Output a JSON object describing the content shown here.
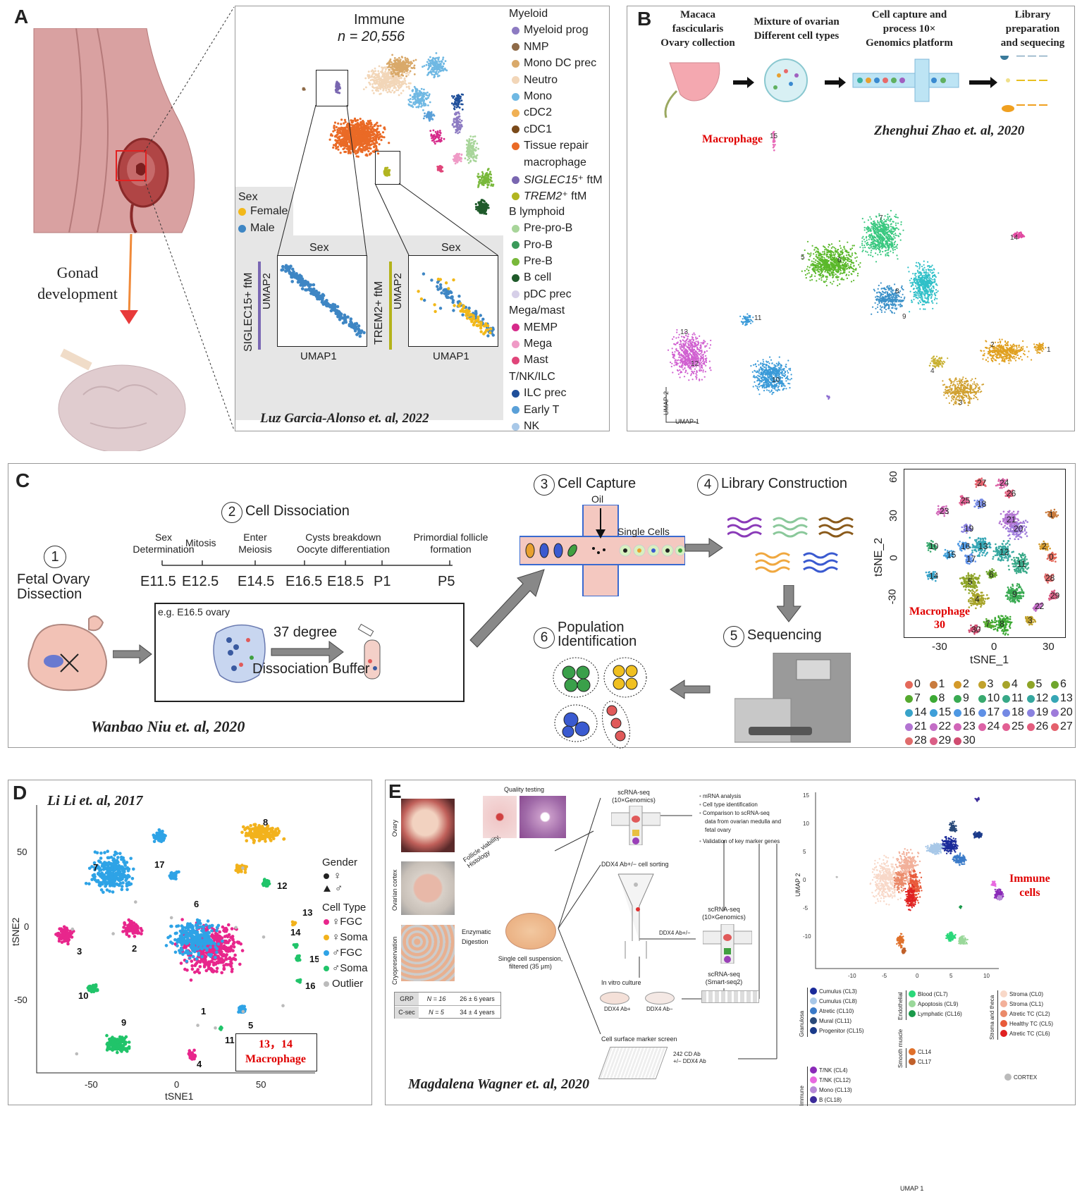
{
  "panelA": {
    "label": "A",
    "gonad_label_1": "Gonad",
    "gonad_label_2": "development",
    "umap_title": "Immune",
    "umap_n": "n = 20,556",
    "sex_title": "Sex",
    "sex_legend": [
      {
        "label": "Female",
        "color": "#f2b81a"
      },
      {
        "label": "Male",
        "color": "#3e86c4"
      }
    ],
    "sub1": {
      "title": "Sex",
      "ylabel": "UMAP2",
      "xlabel": "UMAP1",
      "side": "SIGLEC15+ ftM",
      "side_color": "#7a67b3"
    },
    "sub2": {
      "title": "Sex",
      "ylabel": "UMAP2",
      "xlabel": "UMAP1",
      "side": "TREM2+ ftM",
      "side_color": "#b4b31a"
    },
    "citation": "Luz Garcia-Alonso et. al, 2022",
    "legend": [
      {
        "header": "Myeloid"
      },
      {
        "label": "Myeloid prog",
        "color": "#8d7bc2"
      },
      {
        "label": "NMP",
        "color": "#8e6a48"
      },
      {
        "label": "Mono DC prec",
        "color": "#d9a96a"
      },
      {
        "label": "Neutro",
        "color": "#f2d6b8"
      },
      {
        "label": "Mono",
        "color": "#6fb8e3"
      },
      {
        "label": "cDC2",
        "color": "#f0b054"
      },
      {
        "label": "cDC1",
        "color": "#7a4a1a"
      },
      {
        "label": "Tissue repair",
        "color": "#ea6a26"
      },
      {
        "label": "macrophage",
        "color": null
      },
      {
        "label": "SIGLEC15⁺ ftM",
        "color": "#7966b0",
        "italic_prefix": "SIGLEC15"
      },
      {
        "label": "TREM2⁺ ftM",
        "color": "#b2b520",
        "italic_prefix": "TREM2"
      },
      {
        "header": "B lymphoid"
      },
      {
        "label": "Pre-pro-B",
        "color": "#a8d59a"
      },
      {
        "label": "Pro-B",
        "color": "#3a9a5a"
      },
      {
        "label": "Pre-B",
        "color": "#78b83a"
      },
      {
        "label": "B cell",
        "color": "#1f5a2a"
      },
      {
        "label": "pDC prec",
        "color": "#d6cfe8"
      },
      {
        "header": "Mega/mast"
      },
      {
        "label": "MEMP",
        "color": "#d62a8a"
      },
      {
        "label": "Mega",
        "color": "#ef9ac6"
      },
      {
        "label": "Mast",
        "color": "#e0457a"
      },
      {
        "header": "T/NK/ILC"
      },
      {
        "label": "ILC prec",
        "color": "#1f4f9a"
      },
      {
        "label": "Early T",
        "color": "#5aa0d8"
      },
      {
        "label": "NK",
        "color": "#a8c8e8"
      }
    ]
  },
  "panelB": {
    "label": "B",
    "steps": [
      [
        "Macaca",
        "fascicularis",
        "Ovary collection"
      ],
      [
        "Mixture of ovarian",
        "Different cell types"
      ],
      [
        "Cell capture and",
        "process 10×",
        "Genomics platform"
      ],
      [
        "Library",
        "preparation",
        "and sequecing"
      ]
    ],
    "macrophage": "Macrophage",
    "citation": "Zhenghui Zhao et. al, 2020",
    "xlabel": "UMAP-1",
    "ylabel": "UMAP-2",
    "clusters": [
      "1",
      "2",
      "3",
      "4",
      "5",
      "6",
      "7",
      "8",
      "9",
      "10",
      "11",
      "12",
      "13",
      "14",
      "15"
    ]
  },
  "panelC": {
    "label": "C",
    "step1_num": "1",
    "step1": [
      "Fetal Ovary",
      "Dissection"
    ],
    "step2_num": "2",
    "step2": "Cell Dissociation",
    "timeline_top": [
      "Sex",
      "Determination",
      "Mitosis",
      "Enter",
      "Meiosis",
      "Cysts breakdown",
      "Oocyte differentiation",
      "Primordial follicle",
      "formation"
    ],
    "timeline_ticks": [
      "E11.5",
      "E12.5",
      "E14.5",
      "E16.5",
      "E18.5",
      "P1",
      "P5"
    ],
    "box_label": "e.g. E16.5 ovary",
    "degree": "37 degree",
    "buffer": "Dissociation Buffer",
    "step3_num": "3",
    "step3": "Cell Capture",
    "oil": "Oil",
    "single_cells": "Single Cells",
    "step4_num": "4",
    "step4": "Library Construction",
    "step5_num": "5",
    "step5": "Sequencing",
    "step6_num": "6",
    "step6": [
      "Population",
      "Identification"
    ],
    "citation": "Wanbao Niu et. al, 2020",
    "tsne_xlabel": "tSNE_1",
    "tsne_ylabel": "tSNE_2",
    "tsne_xticks": [
      "-30",
      "0",
      "30"
    ],
    "tsne_yticks": [
      "60",
      "30",
      "0",
      "-30"
    ],
    "macrophage": "Macrophage",
    "macrophage_num": "30",
    "legend": [
      "0",
      "1",
      "2",
      "3",
      "4",
      "5",
      "6",
      "7",
      "8",
      "9",
      "10",
      "11",
      "12",
      "13",
      "14",
      "15",
      "16",
      "17",
      "18",
      "19",
      "20",
      "21",
      "22",
      "23",
      "24",
      "25",
      "26",
      "27",
      "28",
      "29",
      "30"
    ],
    "legend_colors": [
      "#e4695a",
      "#c97b3d",
      "#d49a2a",
      "#c1a22c",
      "#a7a42a",
      "#8ea427",
      "#6fa62d",
      "#55a92f",
      "#3ca934",
      "#39aa52",
      "#38a96e",
      "#37a887",
      "#35a79f",
      "#36a6b5",
      "#38a3c9",
      "#3f9fd9",
      "#4d98e3",
      "#5f90e6",
      "#7489e4",
      "#8a82e0",
      "#9e7bda",
      "#b274d2",
      "#c36dc6",
      "#d166b8",
      "#dc62a6",
      "#e25f93",
      "#e45e7f",
      "#e4606c",
      "#e06c6c",
      "#da5f86",
      "#d04c70"
    ]
  },
  "panelD": {
    "label": "D",
    "citation": "Li Li et. al, 2017",
    "xlabel": "tSNE1",
    "ylabel": "tSNE2",
    "xticks": [
      "-50",
      "0",
      "50"
    ],
    "yticks": [
      "50",
      "0",
      "-50"
    ],
    "gender_title": "Gender",
    "gender": [
      "♀",
      "♂"
    ],
    "celltype_title": "Cell Type",
    "celltypes": [
      {
        "label": "♀FGC",
        "color": "#e8268c"
      },
      {
        "label": "♀Soma",
        "color": "#f2b21c"
      },
      {
        "label": "♂FGC",
        "color": "#2ea3e6"
      },
      {
        "label": "♂Soma",
        "color": "#21c46a"
      },
      {
        "label": "Outlier",
        "color": "#bbbbbb"
      }
    ],
    "cluster_labels": [
      "1",
      "2",
      "3",
      "4",
      "5",
      "6",
      "7",
      "8",
      "9",
      "10",
      "11",
      "12",
      "13",
      "14",
      "15",
      "16",
      "17"
    ],
    "macrophage_line1": "13，14",
    "macrophage_line2": "Macrophage"
  },
  "panelE": {
    "label": "E",
    "quality": "Quality testing",
    "follicle": [
      "Follicle viability,",
      "Histology"
    ],
    "row_labels": [
      "Ovary",
      "Ovarian cortex",
      "Cryopreservation"
    ],
    "enzymatic": [
      "Enzymatic",
      "Digestion"
    ],
    "suspension": [
      "Single cell suspension,",
      "filtered (35 μm)"
    ],
    "table": [
      [
        "GRP",
        "N = 16",
        "26 ± 6 years"
      ],
      [
        "C-sec",
        "N = 5",
        "34 ± 4 years"
      ]
    ],
    "scrna1": [
      "scRNA-seq",
      "(10×Genomics)"
    ],
    "analysis": [
      "mRNA analysis",
      "Cell type identification",
      "Comparison to scRNA-seq",
      "data from ovarian medulla and",
      "fetal ovary",
      "Validation of key marker genes"
    ],
    "ddx4_sort": "DDX4 Ab+/− cell sorting",
    "ddx4_pm": "DDX4 Ab+/−",
    "scrna2": [
      "scRNA-seq",
      "(10×Genomics)"
    ],
    "scrna3": [
      "scRNA-seq",
      "(Smart-seq2)"
    ],
    "invitro": "In vitro culture",
    "ddx4_pos": "DDX4 Ab+",
    "ddx4_neg": "DDX4 Ab−",
    "surface": "Cell surface marker screen",
    "cd_ab": [
      "242 CD Ab",
      "+/− DDX4 Ab"
    ],
    "citation": "Magdalena Wagner et. al, 2020",
    "umap_xlabel": "UMAP 1",
    "umap_ylabel": "UMAP 2",
    "umap_xticks": [
      "-10",
      "-5",
      "0",
      "5",
      "10"
    ],
    "umap_yticks": [
      "15",
      "10",
      "5",
      "0",
      "-5",
      "-10"
    ],
    "immune": [
      "Immune",
      "cells"
    ],
    "groups": [
      {
        "name": "Granulosa",
        "items": [
          [
            "Cumulus (CL3)",
            "#1a2a9a"
          ],
          [
            "Cumulus (CL8)",
            "#a8c8e8"
          ],
          [
            "Atretic (CL10)",
            "#3a7ac8"
          ],
          [
            "Mural (CL11)",
            "#2a4a7a"
          ],
          [
            "Progenitor (CL15)",
            "#1a3a8a"
          ]
        ]
      },
      {
        "name": "Endothelial",
        "items": [
          [
            "Blood (CL7)",
            "#2ad87a"
          ],
          [
            "Apoptosis (CL9)",
            "#9ad89a"
          ],
          [
            "Lymphatic (CL16)",
            "#1a9a4a"
          ]
        ]
      },
      {
        "name": "Stroma and theca",
        "items": [
          [
            "Stroma (CL0)",
            "#f8d8c8"
          ],
          [
            "Stroma (CL1)",
            "#f2b09a"
          ],
          [
            "Atretic TC (CL2)",
            "#ea8a6a"
          ],
          [
            "Healthy TC (CL5)",
            "#e85a3a"
          ],
          [
            "Atretic TC (CL6)",
            "#e02020"
          ]
        ]
      },
      {
        "name": "Immune",
        "items": [
          [
            "T/NK (CL4)",
            "#8a2ab8"
          ],
          [
            "T/NK (CL12)",
            "#e86ae0"
          ],
          [
            "Mono (CL13)",
            "#b88ad8"
          ],
          [
            "B (CL18)",
            "#3a2a9a"
          ]
        ]
      },
      {
        "name": "Smooth muscle",
        "items": [
          [
            "CL14",
            "#e0702a"
          ],
          [
            "CL17",
            "#c0602a"
          ]
        ]
      },
      {
        "name": "",
        "items": [
          [
            "CORTEX",
            "#bbbbbb"
          ]
        ]
      }
    ]
  }
}
